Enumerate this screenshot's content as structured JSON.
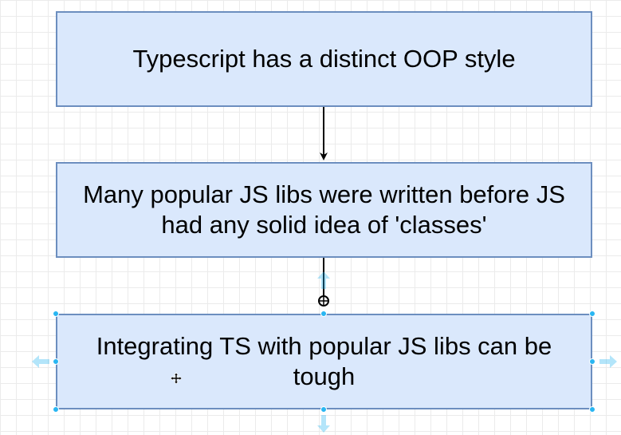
{
  "diagram": {
    "nodes": [
      {
        "id": "node-1",
        "label": "Typescript has a distinct OOP style"
      },
      {
        "id": "node-2",
        "label": "Many popular JS libs were written before JS had any solid idea of 'classes'"
      },
      {
        "id": "node-3",
        "label": "Integrating TS with popular JS libs can be tough",
        "selected": true
      }
    ],
    "edges": [
      {
        "from": "node-1",
        "to": "node-2"
      },
      {
        "from": "node-2",
        "to": "node-3"
      }
    ]
  },
  "colors": {
    "node_fill": "#dae8fc",
    "node_stroke": "#6c8ebf",
    "selection_handle": "#29b6f2",
    "edge": "#000000",
    "grid": "#ebebeb"
  },
  "icons": {
    "selection_handles": "selection-handle",
    "hover_arrows": "connect-arrow",
    "cursor": "move-cursor-icon"
  }
}
